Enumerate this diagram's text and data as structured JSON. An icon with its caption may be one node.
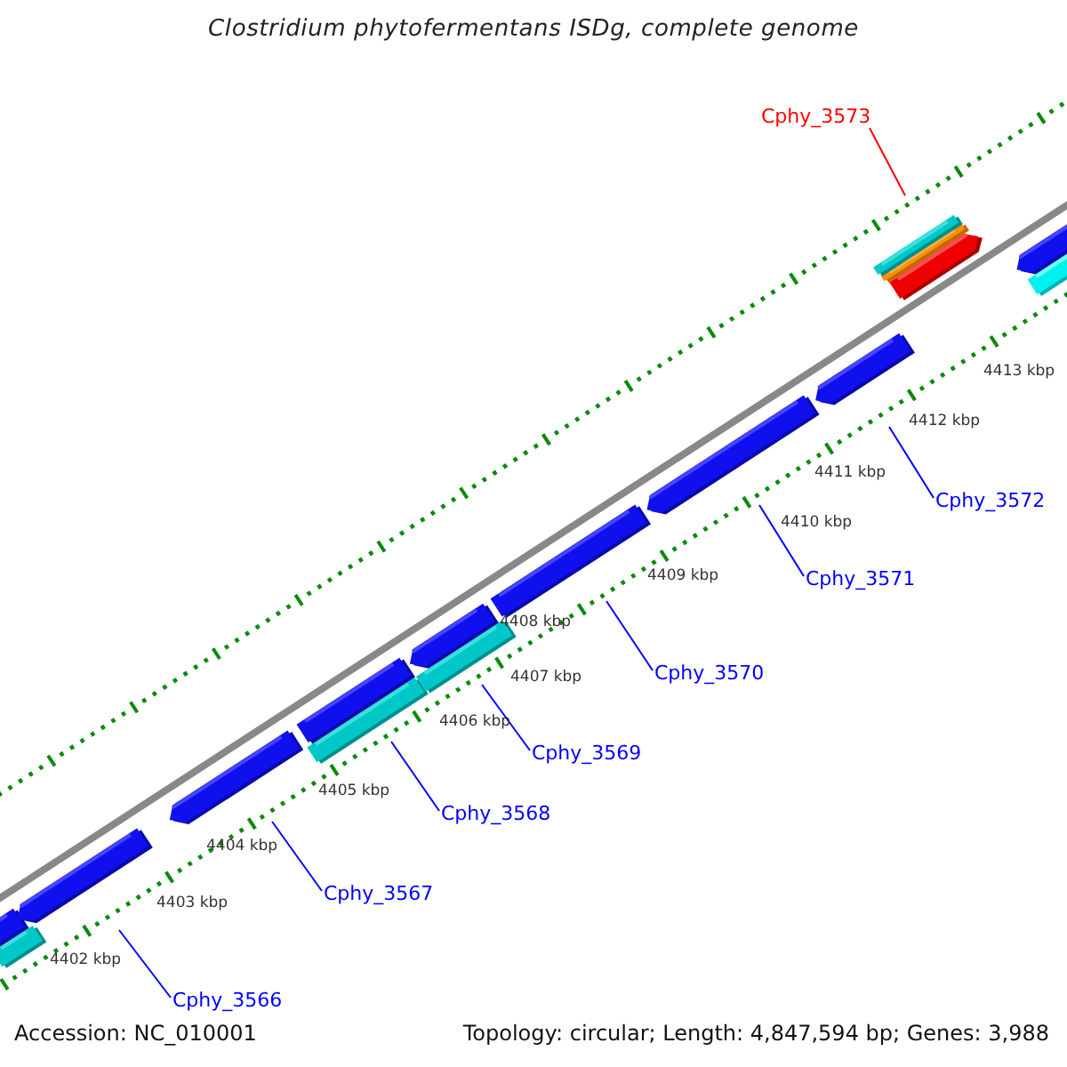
{
  "diagram": {
    "title": "Clostridium phytofermentans ISDg, complete genome",
    "nodes": [
      {
        "text": [
          "Cphy_3573"
        ]
      },
      {
        "text": [
          "Cphy_3572"
        ]
      },
      {
        "text": [
          "Cphy_3571"
        ]
      },
      {
        "text": [
          "Cphy_3570"
        ]
      },
      {
        "text": [
          "Cphy_3569"
        ]
      },
      {
        "text": [
          "Cphy_3568"
        ]
      },
      {
        "text": [
          "Cphy_3567"
        ]
      },
      {
        "text": [
          "Cphy_3566"
        ]
      }
    ],
    "edges": [
      {
        "from": 0,
        "to": null,
        "arrow": "none",
        "color": "#ff0000"
      },
      {
        "from": 1,
        "to": null,
        "arrow": "none"
      },
      {
        "from": 2,
        "to": null,
        "arrow": "none"
      },
      {
        "from": 3,
        "to": null,
        "arrow": "none"
      },
      {
        "from": 4,
        "to": null,
        "arrow": "none"
      },
      {
        "from": 5,
        "to": null,
        "arrow": "none"
      },
      {
        "from": 6,
        "to": null,
        "arrow": "none"
      },
      {
        "from": 7,
        "to": null,
        "arrow": "none"
      }
    ],
    "labels": [
      "4413 kbp",
      "4412 kbp",
      "4411 kbp",
      "4410 kbp",
      "4409 kbp",
      "4408 kbp",
      "4407 kbp",
      "4406 kbp",
      "4405 kbp",
      "4404 kbp",
      "4403 kbp",
      "4402 kbp",
      "Accession: NC_010001",
      "Topology: circular; Length: 4,847,594 bp; Genes: 3,988"
    ]
  }
}
